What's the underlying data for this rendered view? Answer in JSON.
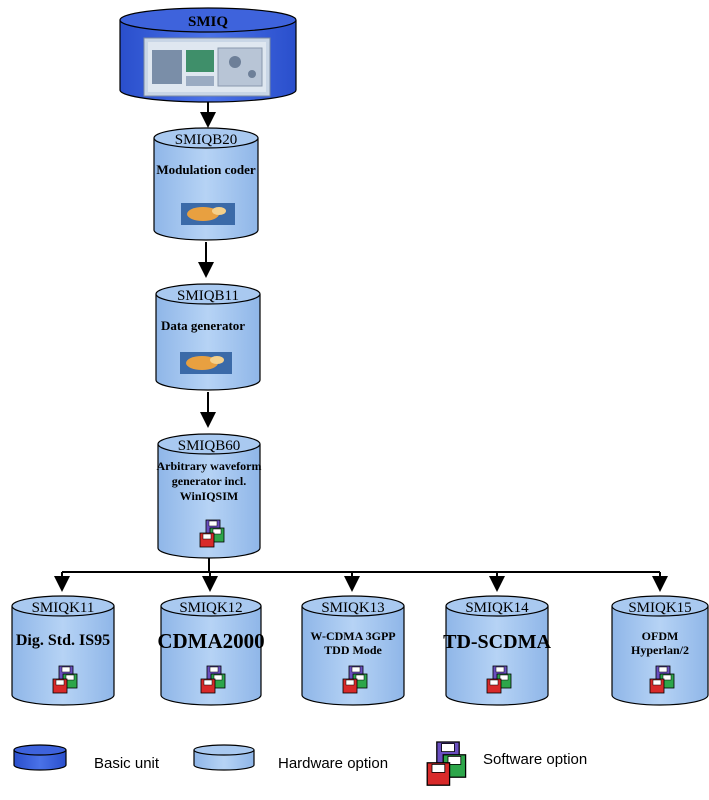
{
  "basic_unit": {
    "title": "SMIQ"
  },
  "chain": [
    {
      "title": "SMIQB20",
      "desc": [
        "Modulation coder"
      ]
    },
    {
      "title": "SMIQB11",
      "desc": [
        "Data generator"
      ]
    },
    {
      "title": "SMIQB60",
      "desc": [
        "Arbitrary waveform",
        "generator incl.",
        "WinIQSIM"
      ]
    }
  ],
  "software_options": [
    {
      "title": "SMIQK11",
      "desc": [
        "Dig. Std. IS95"
      ]
    },
    {
      "title": "SMIQK12",
      "desc": [
        "CDMA2000"
      ]
    },
    {
      "title": "SMIQK13",
      "desc": [
        "W-CDMA 3GPP",
        "TDD Mode"
      ]
    },
    {
      "title": "SMIQK14",
      "desc": [
        "TD-SCDMA"
      ]
    },
    {
      "title": "SMIQK15",
      "desc": [
        "OFDM",
        "Hyperlan/2"
      ]
    }
  ],
  "legend": {
    "basic_unit": "Basic unit",
    "hardware_option": "Hardware option",
    "software_option": "Software option"
  },
  "colors": {
    "basic_unit_fill": "#3a5fd9",
    "hardware_fill": "#a7c8f0",
    "outline": "#000000"
  }
}
